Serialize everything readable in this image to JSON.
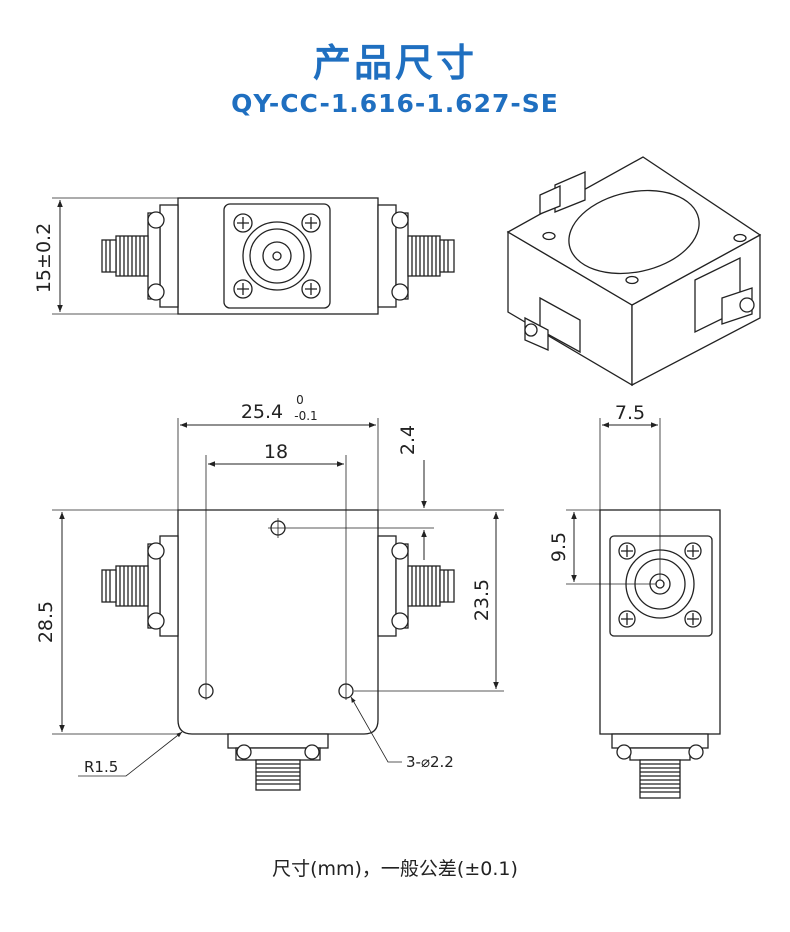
{
  "header": {
    "title": "产品尺寸",
    "model": "QY-CC-1.616-1.627-SE"
  },
  "colors": {
    "title": "#1f6fc0",
    "line": "#222222",
    "face": "#ffffff"
  },
  "dimensions": {
    "height_top": "15±0.2",
    "width_total": "25.4",
    "width_tol_upper": "0",
    "width_tol_lower": "-0.1",
    "hole_spacing": "18",
    "hole_offset": "2.4",
    "body_height": "28.5",
    "hole_height": "23.5",
    "side_width": "7.5",
    "port_height": "9.5",
    "corner_radius": "R1.5",
    "holes": "3-⌀2.2"
  },
  "footer": {
    "note": "尺寸(mm)，一般公差(±0.1)"
  }
}
